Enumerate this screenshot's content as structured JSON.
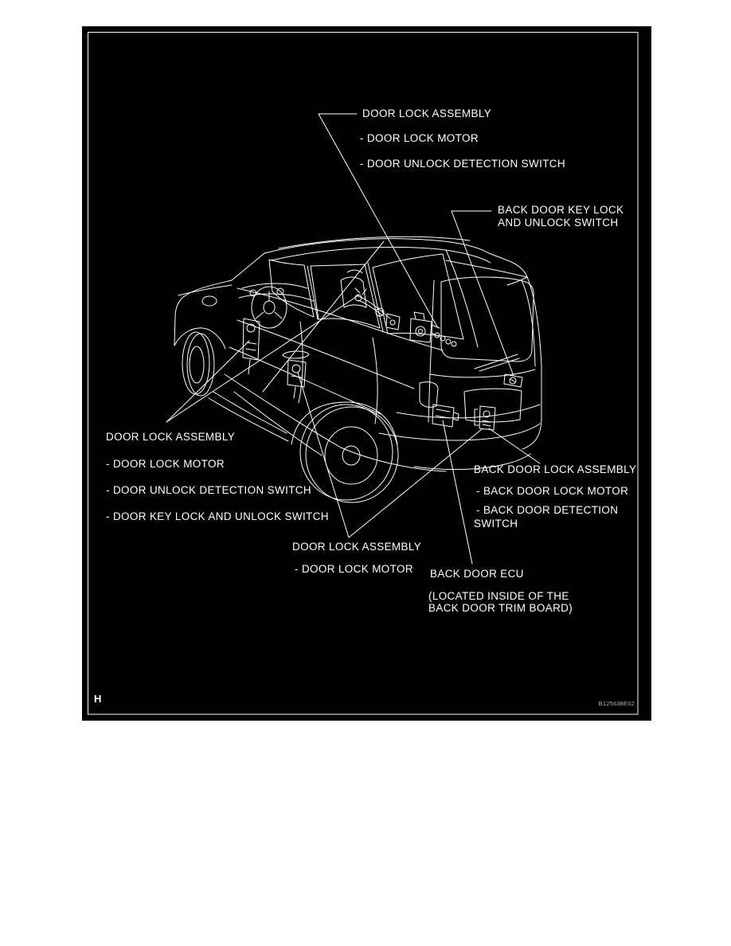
{
  "doc": {
    "page_marker": "H",
    "figure_code": "B125638E02",
    "colors": {
      "page_background": "#ffffff",
      "panel_background": "#000000",
      "line_color": "#ffffff",
      "border_highlight": "#ffffff",
      "border_shadow": "#7d7d7d",
      "figure_code_color": "#b0b0b0"
    },
    "labels": {
      "top_door_lock": {
        "title": "DOOR LOCK ASSEMBLY",
        "items": [
          "- DOOR LOCK MOTOR",
          "- DOOR UNLOCK DETECTION SWITCH"
        ]
      },
      "back_door_key_lock": {
        "lines": [
          "BACK DOOR KEY LOCK",
          "AND UNLOCK SWITCH"
        ]
      },
      "left_door_lock": {
        "title": "DOOR LOCK ASSEMBLY",
        "items": [
          "- DOOR LOCK MOTOR",
          "- DOOR UNLOCK DETECTION SWITCH",
          "- DOOR KEY LOCK AND UNLOCK SWITCH"
        ]
      },
      "mid_door_lock": {
        "title": "DOOR LOCK ASSEMBLY",
        "items": [
          "- DOOR LOCK MOTOR"
        ]
      },
      "back_door_lock": {
        "title": "BACK DOOR LOCK ASSEMBLY",
        "items": [
          "- BACK DOOR LOCK MOTOR",
          "- BACK DOOR DETECTION",
          "SWITCH"
        ]
      },
      "back_door_ecu": {
        "title": "BACK DOOR ECU",
        "notes": [
          "(LOCATED INSIDE OF THE",
          "BACK DOOR TRIM BOARD)"
        ]
      }
    }
  }
}
